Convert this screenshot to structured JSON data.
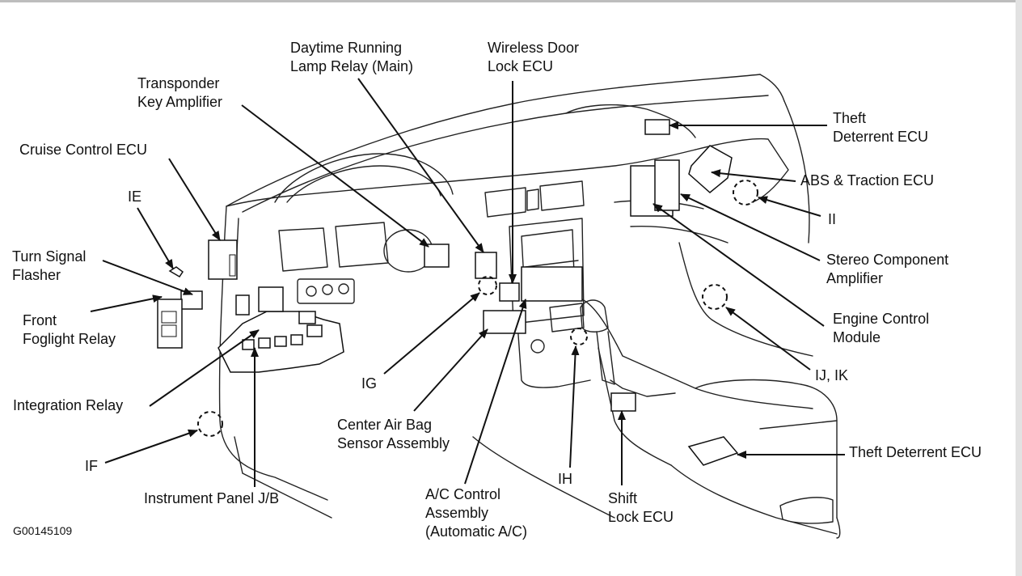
{
  "diagram": {
    "code": "G00145109",
    "labels": {
      "daytime_running": [
        "Daytime Running",
        "Lamp Relay (Main)"
      ],
      "wireless_door": [
        "Wireless Door",
        "Lock ECU"
      ],
      "transponder": [
        "Transponder",
        "Key Amplifier"
      ],
      "theft_top": [
        "Theft",
        "Deterrent ECU"
      ],
      "cruise": [
        "Cruise Control ECU"
      ],
      "abs": [
        "ABS & Traction ECU"
      ],
      "ie": [
        "IE"
      ],
      "ii": [
        "II"
      ],
      "turn_signal": [
        "Turn Signal",
        "Flasher"
      ],
      "stereo": [
        "Stereo Component",
        "Amplifier"
      ],
      "front_foglight": [
        "Front",
        "Foglight Relay"
      ],
      "engine": [
        "Engine Control",
        "Module"
      ],
      "ij_ik": [
        "IJ, IK"
      ],
      "ig": [
        "IG"
      ],
      "integration": [
        "Integration Relay"
      ],
      "center_airbag": [
        "Center Air Bag",
        "Sensor Assembly"
      ],
      "theft_bottom": [
        "Theft Deterrent ECU"
      ],
      "if": [
        "IF"
      ],
      "ih": [
        "IH"
      ],
      "instrument_jb": [
        "Instrument Panel J/B"
      ],
      "ac_control": [
        "A/C Control",
        "Assembly",
        "(Automatic A/C)"
      ],
      "shift_lock": [
        "Shift",
        "Lock ECU"
      ]
    }
  }
}
